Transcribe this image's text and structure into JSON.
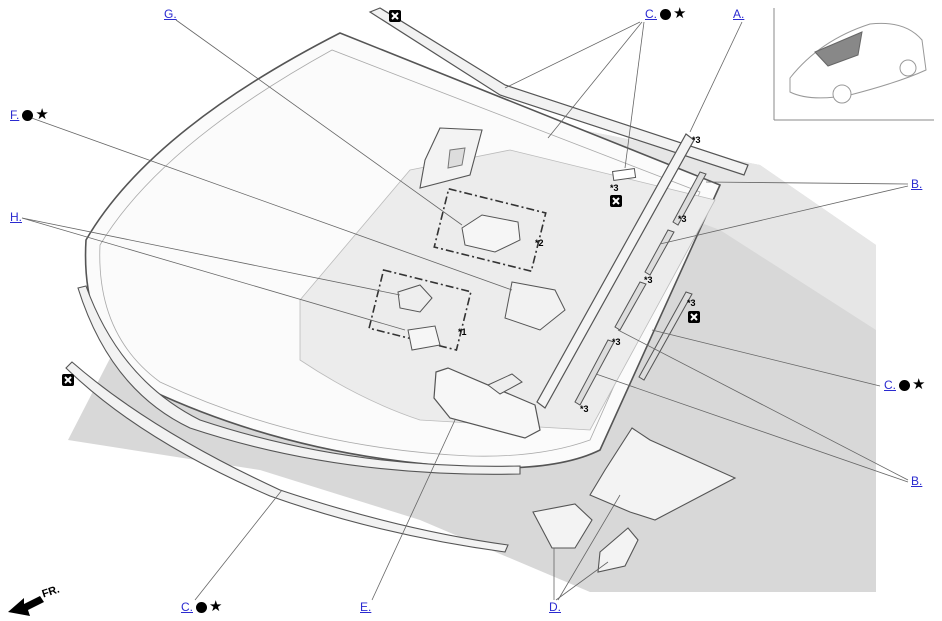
{
  "callouts": {
    "a": "A.",
    "b_top": "B.",
    "b_bottom": "B.",
    "c_top": "C.",
    "c_right": "C.",
    "c_bottom": "C.",
    "d": "D.",
    "e": "E.",
    "f": "F.",
    "g": "G.",
    "h": "H."
  },
  "notes": {
    "n1": "*1",
    "n2": "*2",
    "n3": "*3"
  },
  "symbols": {
    "circle": "●",
    "star": "★"
  },
  "direction": {
    "label": "FR."
  }
}
